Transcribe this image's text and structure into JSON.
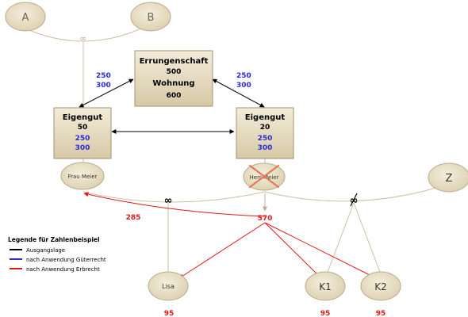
{
  "colors": {
    "black": "#000000",
    "blue": "#2b2bd6",
    "red": "#e01818",
    "node_fill": "#e6dcc2",
    "node_stroke": "#9c8a62",
    "line_grey": "#c9bea6"
  },
  "persons": {
    "a": "A",
    "b": "B",
    "frau_meier": "Frau Meier",
    "herr_meier": "Herr Meier",
    "z": "Z",
    "lisa": "Lisa",
    "k1": "K1",
    "k2": "K2"
  },
  "symbols": {
    "marriage_ab": "∞",
    "marriage_meier": "∞",
    "divorced_z": "∞"
  },
  "boxes": {
    "errungenschaft": {
      "title": "Errungenschaft",
      "value": "500",
      "item": "Wohnung",
      "item_value": "600"
    },
    "eigengut_left": {
      "title": "Eigengut",
      "value": "50",
      "blue_1": "250",
      "blue_2": "300"
    },
    "eigengut_right": {
      "title": "Eigengut",
      "value": "20",
      "blue_1": "250",
      "blue_2": "300"
    }
  },
  "arrow_labels": {
    "left_blue_1": "250",
    "left_blue_2": "300",
    "right_blue_1": "250",
    "right_blue_2": "300"
  },
  "red_values": {
    "frau_meier_share": "285",
    "estate": "570",
    "lisa": "95",
    "k1": "95",
    "k2": "95"
  },
  "legend": {
    "title": "Legende für Zahlenbeispiel",
    "items": [
      {
        "label": "Ausgangslage",
        "color": "#000000"
      },
      {
        "label": "nach Anwendung Güterrecht",
        "color": "#2b2bd6"
      },
      {
        "label": "nach Anwendung Erbrecht",
        "color": "#e01818"
      }
    ]
  }
}
